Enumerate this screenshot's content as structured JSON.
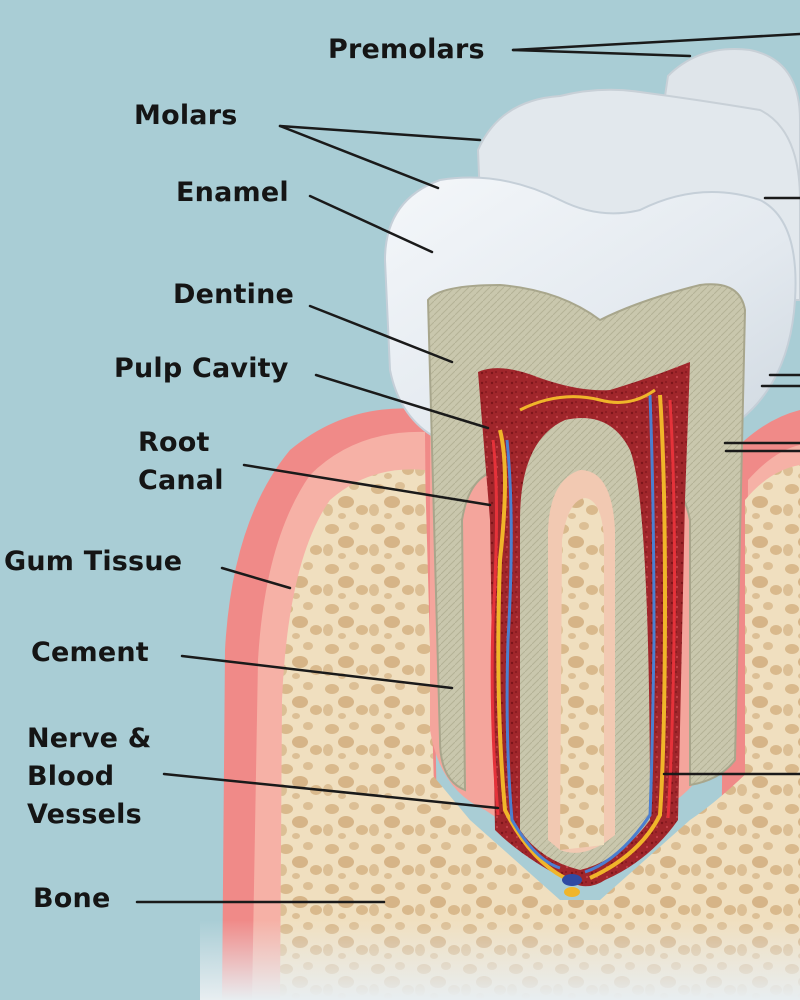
{
  "diagram": {
    "labels": {
      "premolars": "Premolars",
      "molars": "Molars",
      "enamel": "Enamel",
      "dentine": "Dentine",
      "pulp_cavity": "Pulp Cavity",
      "root_canal": "Root\nCanal",
      "gum_tissue": "Gum Tissue",
      "cement": "Cement",
      "nerve_blood_vessels": "Nerve &\nBlood\nVessels",
      "bone": "Bone"
    },
    "colors": {
      "background": "#a9cdd5",
      "enamel": "#e6ecf1",
      "dentine": "#c9c7ad",
      "pulp": "#a0262b",
      "gum": "#f08a88",
      "bone": "#f0dfbf",
      "nerve": "#f0b52a",
      "vein": "#4c7fd0",
      "artery": "#e5323a"
    }
  }
}
